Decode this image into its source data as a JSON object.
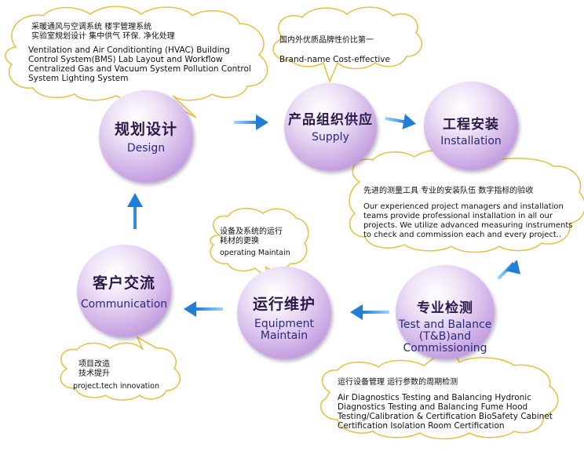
{
  "nodes": {
    "design": {
      "cn": "规划设计",
      "en": "Design"
    },
    "supply": {
      "cn": "产品组织供应",
      "en": "Supply"
    },
    "installation": {
      "cn": "工程安装",
      "en": "Installation"
    },
    "testing": {
      "cn": "专业检测",
      "en": "Test and Balance\n(T&B)and\nCommissioning"
    },
    "maintain": {
      "cn": "运行维护",
      "en": "Equipment\nMaintain"
    },
    "communication": {
      "cn": "客户交流",
      "en": "Communication"
    }
  },
  "callouts": {
    "design": {
      "cn": "采暖通风与空调系统   楼宇管理系统\n实验室规划设计  集中供气  环保. 净化处理",
      "en": "Ventilation and Air Conditionting (HVAC) Building\nControl System(BMS) Lab Layout and Workflow\nCentralized Gas and Vacuum System Pollution Control\nSystem Lighting System"
    },
    "supply": {
      "cn": "国内外优质品牌性价比第一",
      "en": "Brand-name Cost-effective"
    },
    "installation": {
      "cn": "先进的测量工具  专业的安装队伍  数字指标的验收",
      "en": "Our experienced project managers and installation\nteams provide professional installation in all our\nprojects. We utilize advanced measuring instruments\nto check and commission each and every project.."
    },
    "testing": {
      "cn": "运行设备管理  运行参数的周期检测",
      "en": "Air Diagnostics Testing and Balancing Hydronic\nDiagnostics Testing and Balancing Fume Hood\nTesting/Calibration & Certification BioSafety Cabinet\nCertification Isolation Room Certification"
    },
    "maintain": {
      "cn": "设备及系统的运行\n耗材的更换",
      "en": "operating Maintain"
    },
    "communication": {
      "cn": "项目改造\n技术提升",
      "en": "project.tech innovation"
    }
  },
  "colors": {
    "arrow": "#2e8fe0",
    "cloud_stroke": "#e6c24a",
    "node_text": "#2a1a4a"
  }
}
